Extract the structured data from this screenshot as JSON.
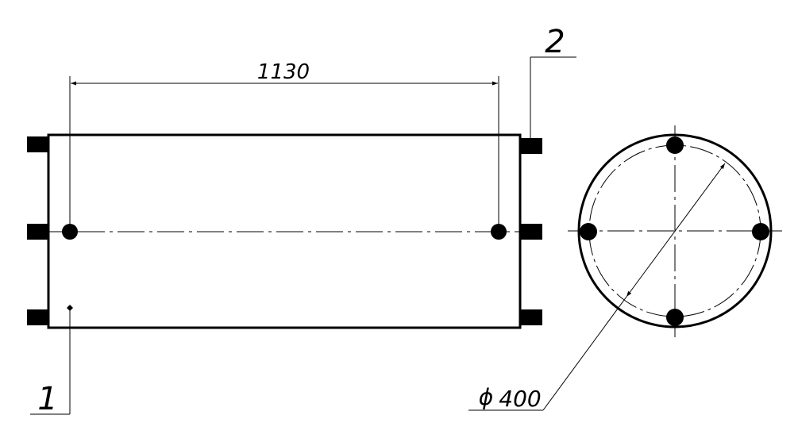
{
  "drawing": {
    "dimension_length": "1130",
    "diameter_symbol": "ϕ",
    "dimension_diameter": "400",
    "callout_1": "1",
    "callout_2": "2"
  },
  "colors": {
    "line": "#000000",
    "background": "#ffffff"
  }
}
